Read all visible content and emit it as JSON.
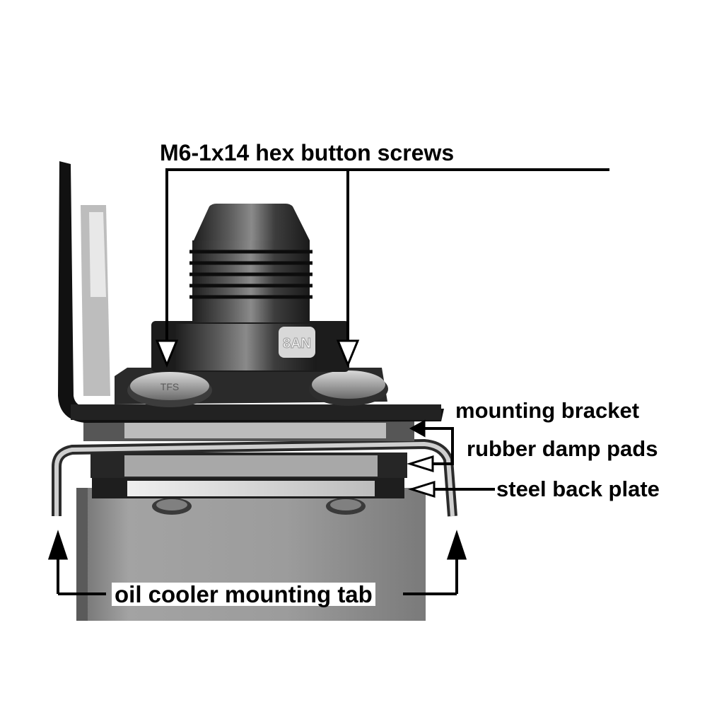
{
  "labels": {
    "screws": "M6-1x14 hex button screws",
    "bracket": "mounting bracket",
    "pads": "rubber damp pads",
    "plate": "steel back plate",
    "tab": "oil cooler mounting tab"
  },
  "fitting_marking": "8AN",
  "washer_marking": "TFS",
  "colors": {
    "background": "#ffffff",
    "ink": "#000000",
    "metal_dark": "#2b2b2b",
    "metal_mid": "#6e6e6e",
    "metal_light": "#cfcfcf",
    "body_gray": "#9a9a9a"
  }
}
